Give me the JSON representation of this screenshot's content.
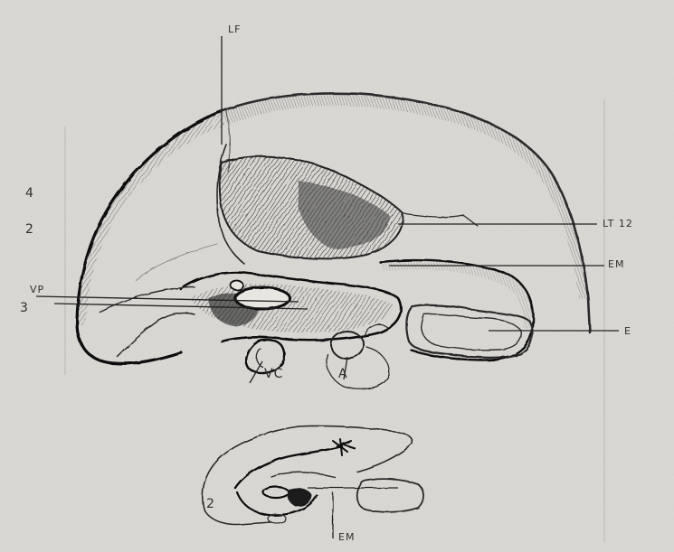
{
  "labels": {
    "lf": "LF",
    "num_4": "4",
    "num_2": "2",
    "vp": "VP",
    "num_3": "3",
    "lt12": "LT 12",
    "em": "EM",
    "e": "E",
    "vc": "VC",
    "a": "A",
    "inset_2": "2",
    "inset_em": "EM"
  },
  "colors": {
    "paper": "#d9d7d2",
    "ink": "#2a2a2a",
    "shade": "#555555"
  }
}
